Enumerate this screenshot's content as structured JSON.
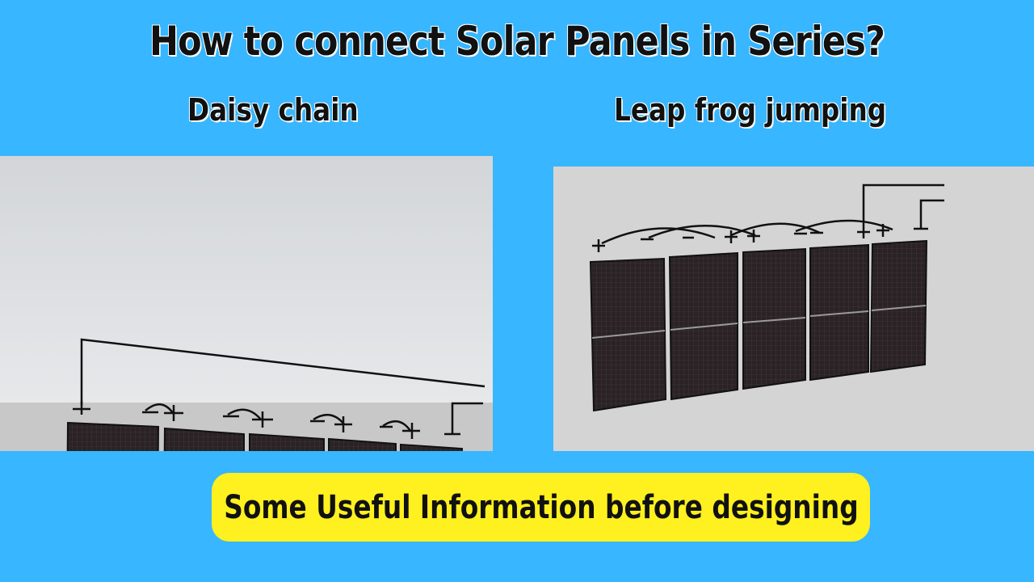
{
  "title": "How to connect Solar Panels in Series?",
  "left": {
    "label": "Daisy chain"
  },
  "right": {
    "label": "Leap frog jumping"
  },
  "info": {
    "label": "Some Useful Information before designing"
  },
  "colors": {
    "background": "#38b6ff",
    "highlight": "#fff01f",
    "panel": "#2a2224",
    "wire": "#111111"
  },
  "icons": {
    "plus": "plus-terminal-icon",
    "minus": "minus-terminal-icon"
  }
}
